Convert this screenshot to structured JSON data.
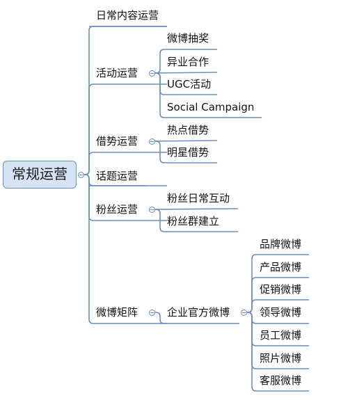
{
  "root": {
    "label": "常规运营"
  },
  "branches": [
    {
      "label": "日常内容运营",
      "children": []
    },
    {
      "label": "活动运营",
      "children": [
        "微博抽奖",
        "异业合作",
        "UGC活动",
        "Social Campaign"
      ]
    },
    {
      "label": "借势运营",
      "children": [
        "热点借势",
        "明星借势"
      ]
    },
    {
      "label": "话题运营",
      "children": []
    },
    {
      "label": "粉丝运营",
      "children": [
        "粉丝日常互动",
        "粉丝群建立"
      ]
    },
    {
      "label": "微博矩阵",
      "children": [
        "企业官方微博"
      ]
    }
  ],
  "matrix_leaves": [
    "品牌微博",
    "产品微博",
    "促销微博",
    "领导微博",
    "员工微博",
    "照片微博",
    "客服微博"
  ],
  "colors": {
    "line": "#6a8fc4",
    "root_fill": "#d6e3f4",
    "text": "#111111"
  }
}
